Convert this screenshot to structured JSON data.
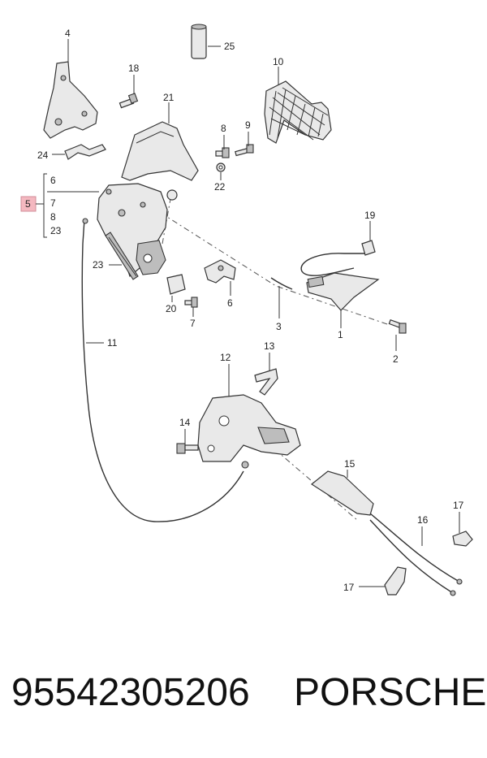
{
  "labels": {
    "l1": "1",
    "l2": "2",
    "l3": "3",
    "l4": "4",
    "l5": "5",
    "l5a": "6",
    "l5b": "7",
    "l5c": "8",
    "l5d": "23",
    "l6": "6",
    "l7": "7",
    "l8": "8",
    "l9": "9",
    "l10": "10",
    "l11": "11",
    "l12": "12",
    "l13": "13",
    "l14": "14",
    "l15": "15",
    "l16": "16",
    "l17a": "17",
    "l17b": "17",
    "l18": "18",
    "l19": "19",
    "l20": "20",
    "l21": "21",
    "l22": "22",
    "l23": "23",
    "l24": "24",
    "l25": "25"
  },
  "highlight_color": "#f4b8c0",
  "footer": {
    "part_number": "95542305206",
    "brand": "PORSCHE"
  }
}
